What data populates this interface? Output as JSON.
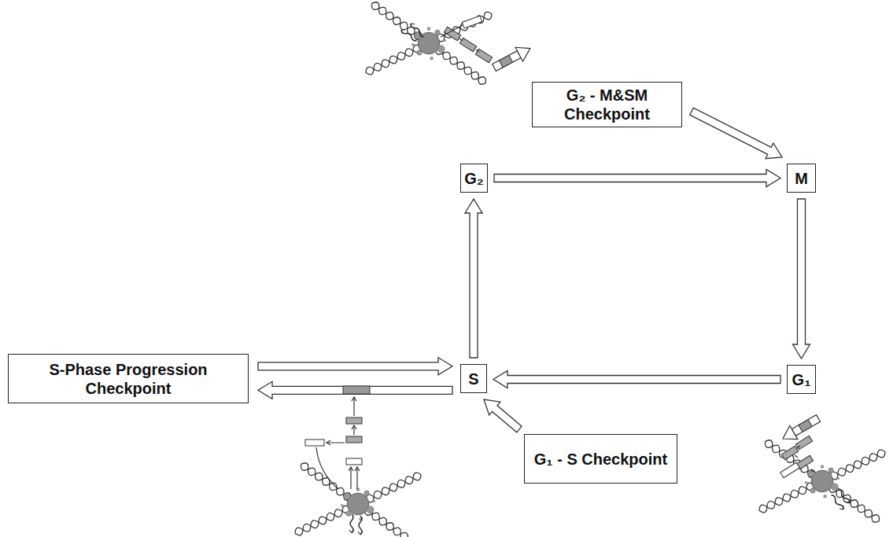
{
  "diagram": {
    "nodes": [
      {
        "text": [
          "G₂ - M&SM Checkpoint"
        ]
      },
      {
        "text": [
          "G₂"
        ]
      },
      {
        "text": [
          "M"
        ]
      },
      {
        "text": [
          "S-Phase Progression Checkpoint"
        ]
      },
      {
        "text": [
          "S"
        ]
      },
      {
        "text": [
          "G₁"
        ]
      },
      {
        "text": [
          "G₁ - S Checkpoint"
        ]
      }
    ],
    "edges": [
      {
        "from": 0,
        "to": 2,
        "arrow": "to"
      },
      {
        "from": 1,
        "to": 2,
        "arrow": "to"
      },
      {
        "from": 2,
        "to": 5,
        "arrow": "to"
      },
      {
        "from": 5,
        "to": 4,
        "arrow": "to"
      },
      {
        "from": 4,
        "to": 1,
        "arrow": "to"
      },
      {
        "from": 3,
        "to": 4,
        "arrow": "to"
      },
      {
        "from": 4,
        "to": 3,
        "arrow": "to"
      },
      {
        "from": 6,
        "to": 4,
        "arrow": "to"
      }
    ]
  }
}
